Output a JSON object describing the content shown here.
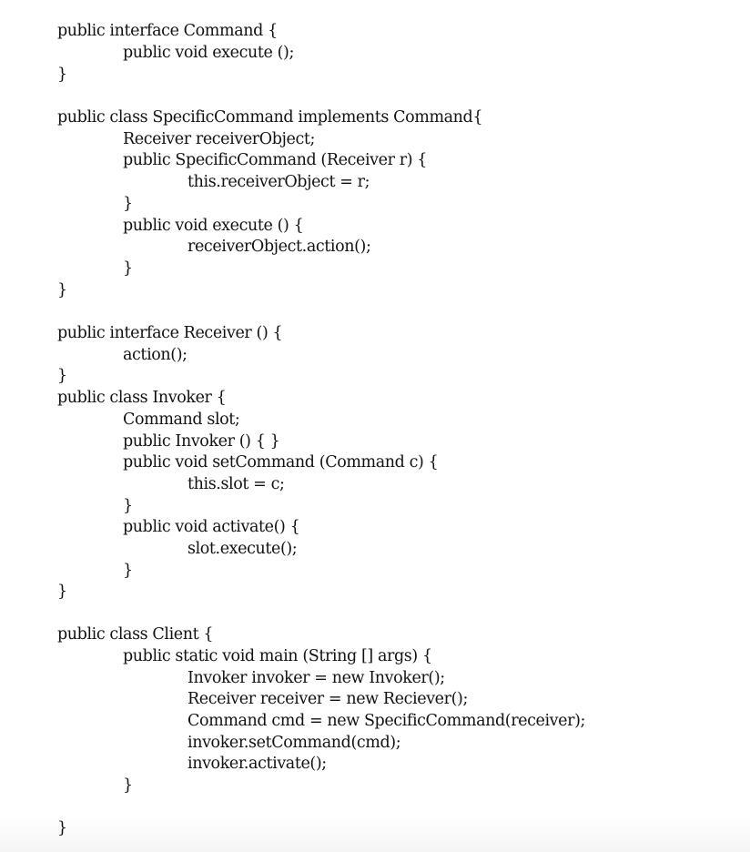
{
  "code": {
    "lines": [
      "public interface Command {",
      "public void execute ();",
      "}",
      "public class SpecificCommand implements Command{",
      "Receiver receiverObject;",
      "public SpecificCommand (Receiver r) {",
      "this.receiverObject = r;",
      "}",
      "public void execute () {",
      "receiverObject.action();",
      "}",
      "}",
      "public interface Receiver () {",
      "action();",
      "}",
      "public class Invoker {",
      "Command slot;",
      "public Invoker () { }",
      "public void setCommand (Command c) {",
      "this.slot = c;",
      "}",
      "public void activate() {",
      "slot.execute();",
      "}",
      "}",
      "public class Client {",
      "public static void main (String [] args) {",
      "Invoker invoker = new Invoker();",
      "Receiver receiver = new Reciever();",
      "Command cmd = new SpecificCommand(receiver);",
      "invoker.setCommand(cmd);",
      "invoker.activate();",
      "}",
      "}"
    ]
  }
}
